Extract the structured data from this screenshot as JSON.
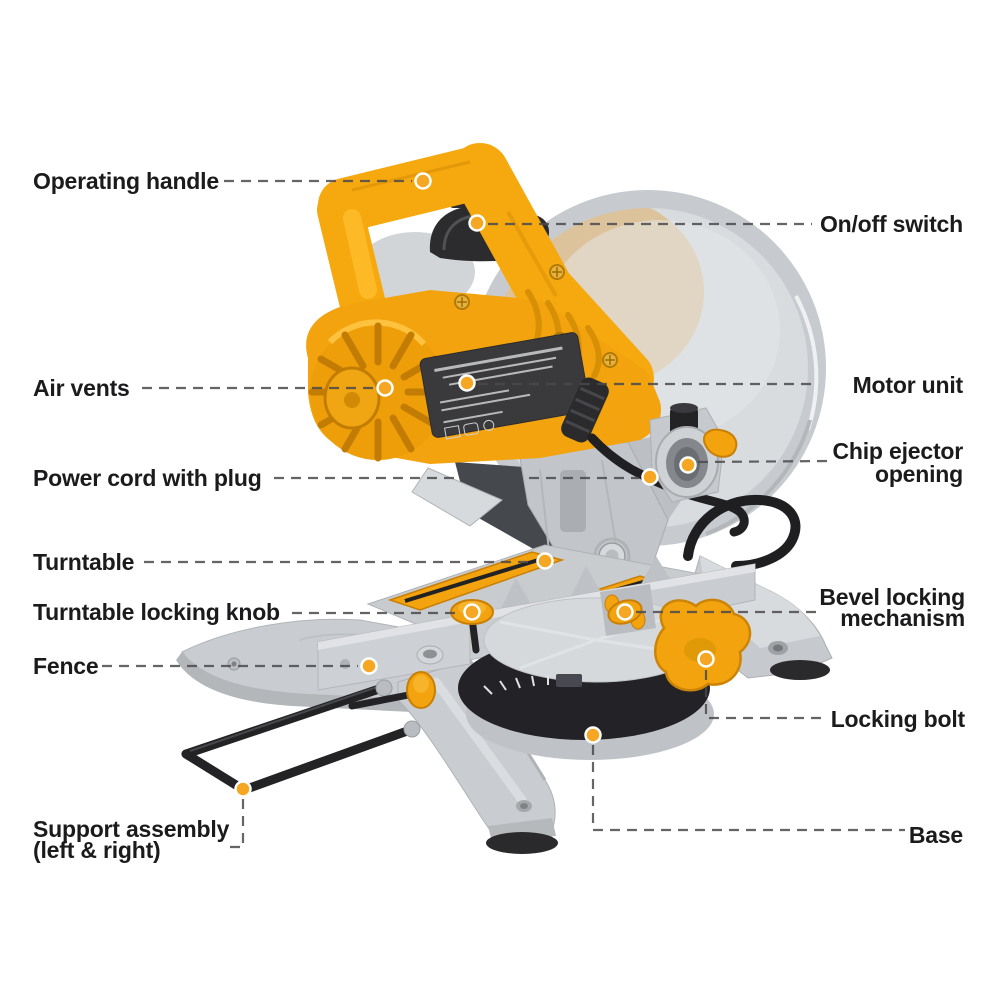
{
  "figure": {
    "type": "annotated-product-diagram",
    "subject": "compound miter saw with labeled parts",
    "background": "#ffffff"
  },
  "colors": {
    "housing_orange": "#F2A30E",
    "accent_dot": "#F5A623",
    "leader_line": "#4a4a4d",
    "label_text": "#1b1b1d",
    "metal_silver": "#c9ccd0",
    "dark_parts": "#232326"
  },
  "labels": {
    "operating_handle": "Operating handle",
    "on_off_switch": "On/off switch",
    "air_vents": "Air vents",
    "motor_unit": "Motor unit",
    "power_cord": "Power cord with plug",
    "chip_ejector_1": "Chip ejector",
    "chip_ejector_2": "opening",
    "turntable": "Turntable",
    "turntable_locking_knob": "Turntable locking knob",
    "fence": "Fence",
    "bevel_locking_1": "Bevel locking",
    "bevel_locking_2": "mechanism",
    "locking_bolt": "Locking bolt",
    "support_assembly_1": "Support assembly",
    "support_assembly_2": "(left & right)",
    "base": "Base"
  }
}
